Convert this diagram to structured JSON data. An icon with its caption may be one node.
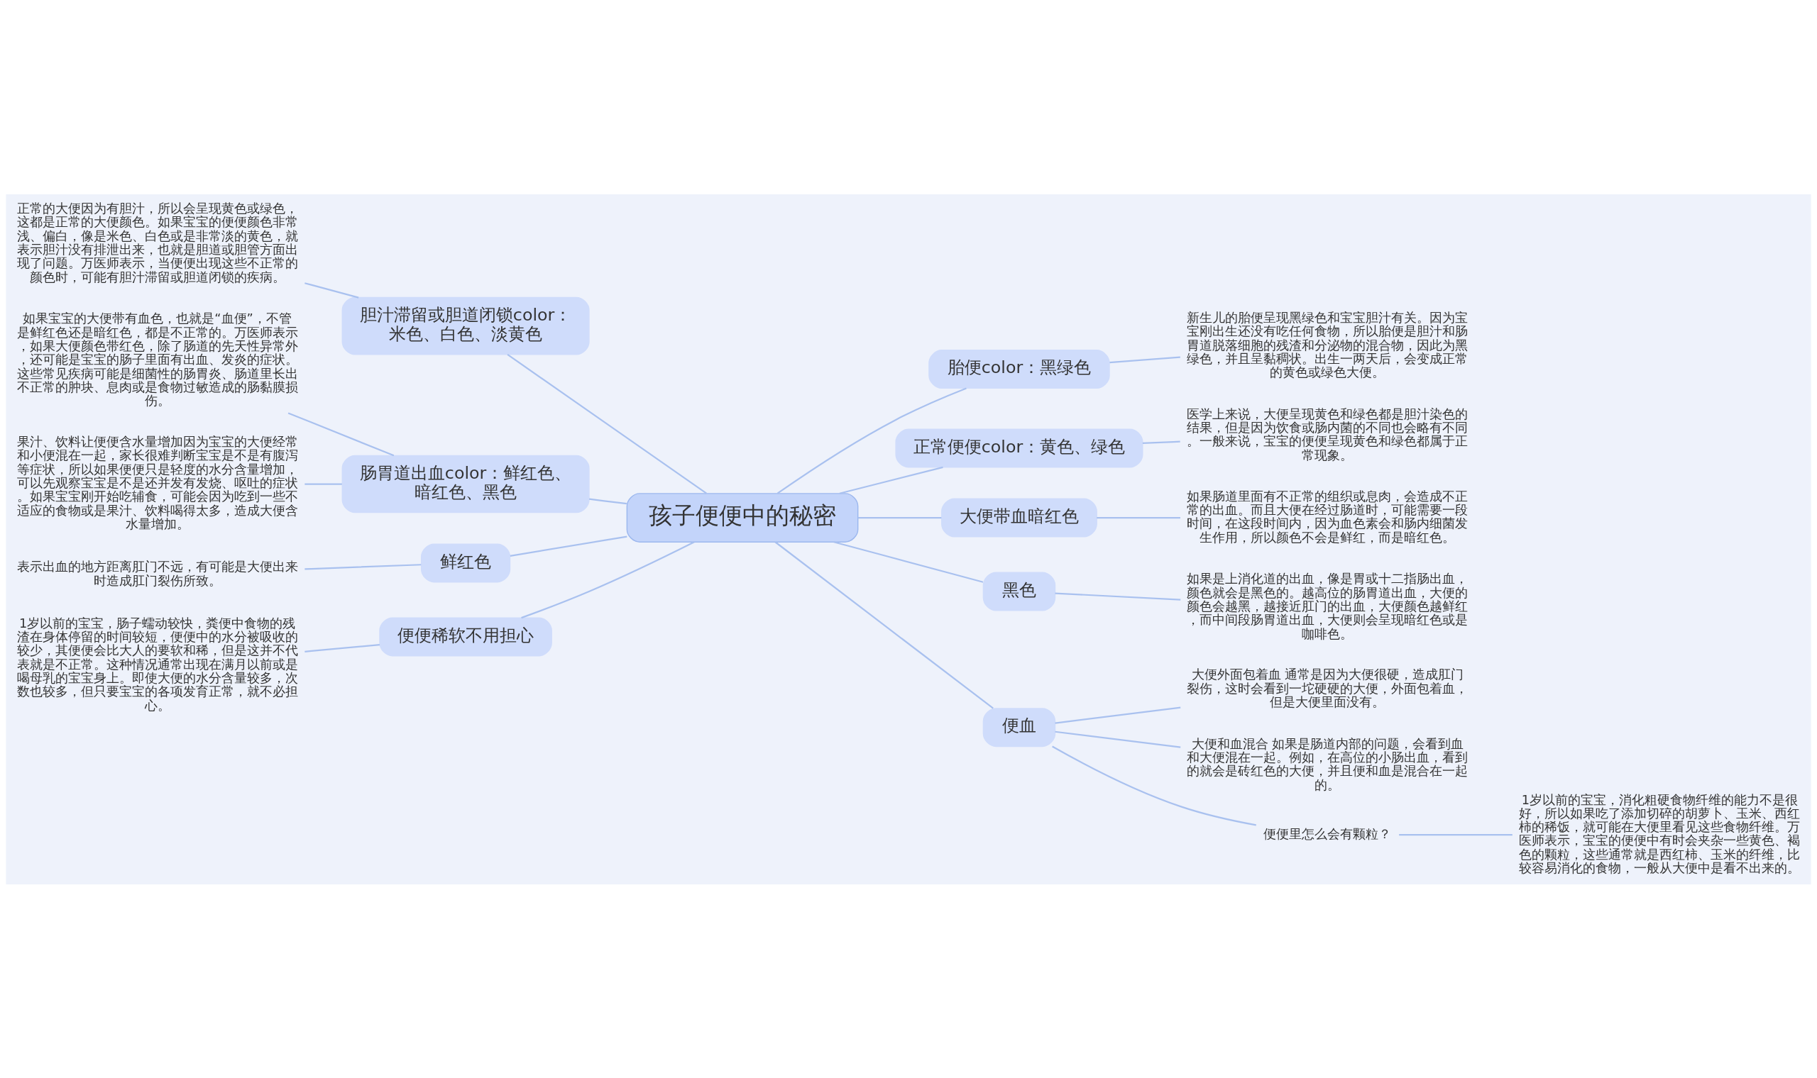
{
  "diagram": {
    "nodes": [
      {
        "text": [
          "孩子便便中的秘密"
        ]
      },
      {
        "text": [
          "胎便color：黑绿色"
        ]
      },
      {
        "text": [
          "新生儿的胎便呈现黑绿色和宝宝胆汁有关。因为宝宝刚出生还没有吃任何食物，所以胎便是胆汁和肠胃道脱落细胞的残渣和分泌物的混合物，因此为黑绿色，并且呈黏稠状。出生一两天后，会变成正常的黄色或绿色大便。"
        ]
      },
      {
        "text": [
          "正常便便color：黄色、绿色"
        ]
      },
      {
        "text": [
          "医学上来说，大便呈现黄色和绿色都是胆汁染色的结果，但是因为饮食或肠内菌的不同也会略有不同。一般来说，宝宝的便便呈现黄色和绿色都属于正常现象。"
        ]
      },
      {
        "text": [
          "大便带血暗红色"
        ]
      },
      {
        "text": [
          "如果肠道里面有不正常的组织或息肉，会造成不正常的出血。而且大便在经过肠道时，可能需要一段时间，在这段时间内，因为血色素会和肠内细菌发生作用，所以颜色不会是鲜红，而是暗红色。"
        ]
      },
      {
        "text": [
          "黑色"
        ]
      },
      {
        "text": [
          "如果是上消化道的出血，像是胃或十二指肠出血，颜色就会是黑色的。越高位的肠胃道出血，大便的颜色会越黑，越接近肛门的出血，大便颜色越鲜红，而中间段肠胃道出血，大便则会呈现暗红色或是咖啡色。"
        ]
      },
      {
        "text": [
          "便血"
        ]
      },
      {
        "text": [
          "大便外面包着血 通常是因为大便很硬，造成肛门裂伤，这时会看到一坨硬硬的大便，外面包着血，但是大便里面没有。"
        ]
      },
      {
        "text": [
          "大便和血混合 如果是肠道内部的问题，会看到血和大便混在一起。例如，在高位的小肠出血，看到的就会是砖红色的大便，并且便和血是混合在一起的。"
        ]
      },
      {
        "text": [
          "便便里怎么会有颗粒？"
        ]
      },
      {
        "text": [
          "1岁以前的宝宝，消化粗硬食物纤维的能力不是很好，所以如果吃了添加切碎的胡萝卜、玉米、西红柿的稀饭，就可能在大便里看见这些食物纤维。万医师表示，宝宝的便便中有时会夹杂一些黄色、褐色的颗粒，这些通常就是西红柿、玉米的纤维，比较容易消化的食物，一般从大便中是看不出来的。"
        ]
      },
      {
        "text": [
          "胆汁滞留或胆道闭锁color：米色、白色、淡黄色"
        ]
      },
      {
        "text": [
          "正常的大便因为有胆汁，所以会呈现黄色或绿色，这都是正常的大便颜色。如果宝宝的便便颜色非常浅、偏白，像是米色、白色或是非常淡的黄色，就表示胆汁没有排泄出来，也就是胆道或胆管方面出现了问题。万医师表示，当便便出现这些不正常的颜色时，可能有胆汁滞留或胆道闭锁的疾病。"
        ]
      },
      {
        "text": [
          "肠胃道出血color：鲜红色、暗红色、黑色"
        ]
      },
      {
        "text": [
          "如果宝宝的大便带有血色，也就是“血便”，不管是鲜红色还是暗红色，都是不正常的。万医师表示，如果大便颜色带红色，除了肠道的先天性异常外，还可能是宝宝的肠子里面有出血、发炎的症状。这些常见疾病可能是细菌性的肠胃炎、肠道里长出不正常的肿块、息肉或是食物过敏造成的肠黏膜损伤。"
        ]
      },
      {
        "text": [
          "果汁、饮料让便便含水量增加因为宝宝的大便经常和小便混在一起，家长很难判断宝宝是不是有腹泻等症状，所以如果便便只是轻度的水分含量增加，可以先观察宝宝是不是还并发有发烧、呕吐的症状。如果宝宝刚开始吃辅食，可能会因为吃到一些不适应的食物或是果汁、饮料喝得太多，造成大便含水量增加。"
        ]
      },
      {
        "text": [
          "鲜红色"
        ]
      },
      {
        "text": [
          "表示出血的地方距离肛门不远，有可能是大便出来时造成肛门裂伤所致。"
        ]
      },
      {
        "text": [
          "便便稀软不用担心"
        ]
      },
      {
        "text": [
          "1岁以前的宝宝，肠子蠕动较快，粪便中食物的残渣在身体停留的时间较短，便便中的水分被吸收的较少，其便便会比大人的要软和稀，但是这并不代表就是不正常。这种情况通常出现在满月以前或是喝母乳的宝宝身上。即使大便的水分含量较多，次数也较多，但只要宝宝的各项发育正常，就不必担心。"
        ]
      }
    ],
    "edges": [
      {
        "from": 0,
        "to": 1,
        "arrow": "none"
      },
      {
        "from": 1,
        "to": 2,
        "arrow": "none"
      },
      {
        "from": 0,
        "to": 3,
        "arrow": "none"
      },
      {
        "from": 3,
        "to": 4,
        "arrow": "none"
      },
      {
        "from": 0,
        "to": 5,
        "arrow": "none"
      },
      {
        "from": 5,
        "to": 6,
        "arrow": "none"
      },
      {
        "from": 0,
        "to": 7,
        "arrow": "none"
      },
      {
        "from": 7,
        "to": 8,
        "arrow": "none"
      },
      {
        "from": 0,
        "to": 9,
        "arrow": "none"
      },
      {
        "from": 9,
        "to": 10,
        "arrow": "none"
      },
      {
        "from": 9,
        "to": 11,
        "arrow": "none"
      },
      {
        "from": 9,
        "to": 12,
        "arrow": "none"
      },
      {
        "from": 12,
        "to": 13,
        "arrow": "none"
      },
      {
        "from": 0,
        "to": 14,
        "arrow": "none"
      },
      {
        "from": 14,
        "to": 15,
        "arrow": "none"
      },
      {
        "from": 0,
        "to": 16,
        "arrow": "none"
      },
      {
        "from": 16,
        "to": 17,
        "arrow": "none"
      },
      {
        "from": 16,
        "to": 18,
        "arrow": "none"
      },
      {
        "from": 0,
        "to": 19,
        "arrow": "none"
      },
      {
        "from": 19,
        "to": 20,
        "arrow": "none"
      },
      {
        "from": 0,
        "to": 21,
        "arrow": "none"
      },
      {
        "from": 21,
        "to": 22,
        "arrow": "none"
      }
    ]
  }
}
